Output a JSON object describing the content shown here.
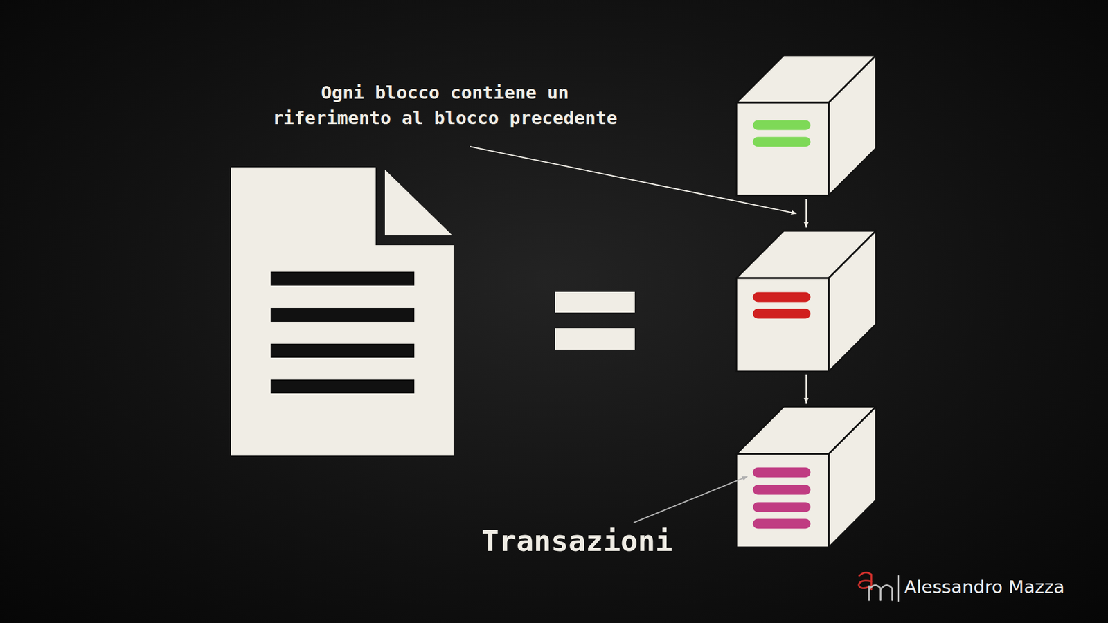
{
  "diagram": {
    "labels": [
      "Ogni blocco contiene un riferimento al blocco precedente",
      "Transazioni",
      "Alessandro Mazza"
    ]
  }
}
